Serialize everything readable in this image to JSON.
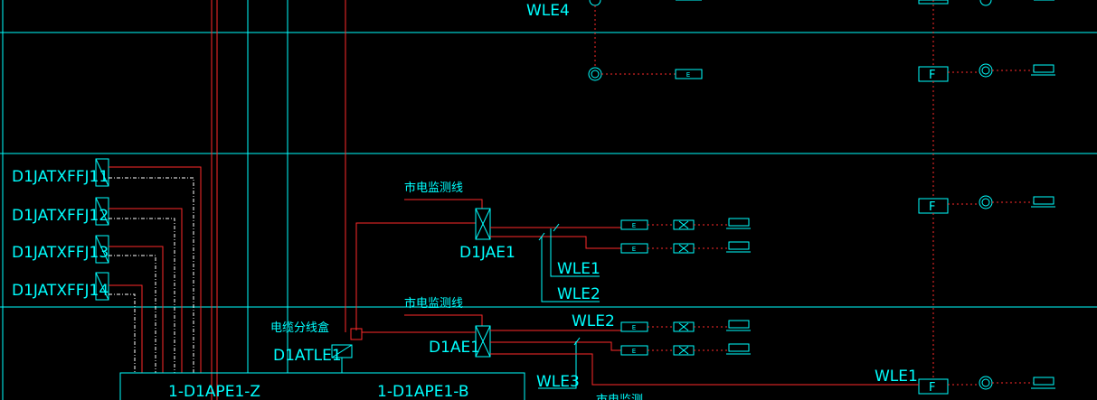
{
  "labels": {
    "wle4": "WLE4",
    "dev1": "D1JATXFFJ11",
    "dev2": "D1JATXFFJ12",
    "dev3": "D1JATXFFJ13",
    "dev4": "D1JATXFFJ14",
    "monitor_line_1": "市电监测线",
    "monitor_line_2": "市电监测线",
    "d1jae1": "D1JAE1",
    "d1ae1": "D1AE1",
    "wle1_a": "WLE1",
    "wle2_a": "WLE2",
    "wle2_b": "WLE2",
    "wle3": "WLE3",
    "wle1_b": "WLE1",
    "cable_box": "电缆分线盒",
    "d1atle1": "D1ATLE1",
    "panel_z": "1-D1APE1-Z",
    "panel_b": "1-D1APE1-B",
    "bottom_partial": "市电监测"
  },
  "symbols": {
    "e_box": "E",
    "f_box": "F"
  },
  "colors": {
    "background": "#000000",
    "cyan": "#00ffff",
    "red": "#ff2a2a",
    "white": "#ffffff"
  }
}
